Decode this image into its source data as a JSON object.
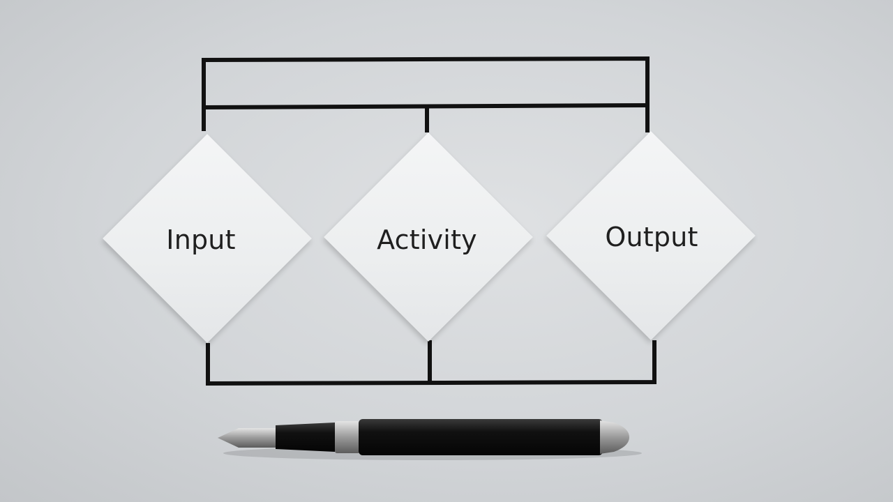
{
  "diagram": {
    "steps": [
      {
        "label": "Input"
      },
      {
        "label": "Activity"
      },
      {
        "label": "Output"
      }
    ]
  },
  "colors": {
    "background": "#d6d9dc",
    "line": "#111111",
    "card": "#eef0f1",
    "text": "#1f1f1f",
    "pen_body": "#0c0c0c",
    "pen_metal": "#a9a9a9"
  },
  "objects": {
    "pen": "fountain-pen"
  }
}
